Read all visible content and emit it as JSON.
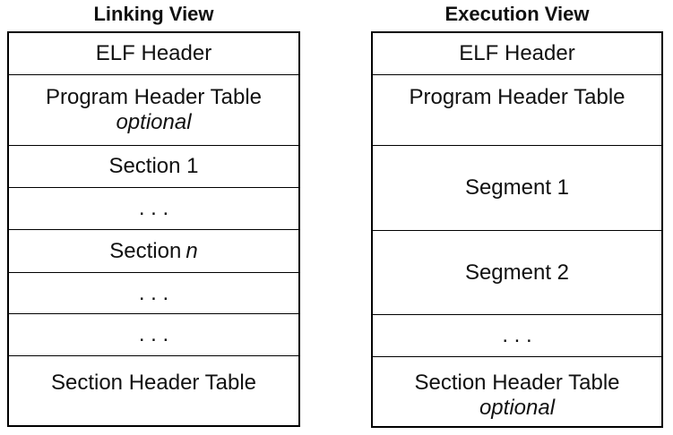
{
  "colors": {
    "background": "#ffffff",
    "border": "#000000",
    "text": "#111111"
  },
  "diagram": {
    "columns": [
      {
        "title": "Linking View",
        "rows": [
          {
            "label": "ELF Header"
          },
          {
            "label": "Program Header Table",
            "note": "optional"
          },
          {
            "label": "Section 1"
          },
          {
            "label": ". . ."
          },
          {
            "label": "Section",
            "var": "n"
          },
          {
            "label": ". . ."
          },
          {
            "label": ". . ."
          },
          {
            "label": "Section Header Table"
          }
        ]
      },
      {
        "title": "Execution View",
        "rows": [
          {
            "label": "ELF Header"
          },
          {
            "label": "Program Header Table"
          },
          {
            "label": "Segment 1"
          },
          {
            "label": "Segment 2"
          },
          {
            "label": ". . ."
          },
          {
            "label": "Section Header Table",
            "note": "optional"
          }
        ]
      }
    ]
  }
}
